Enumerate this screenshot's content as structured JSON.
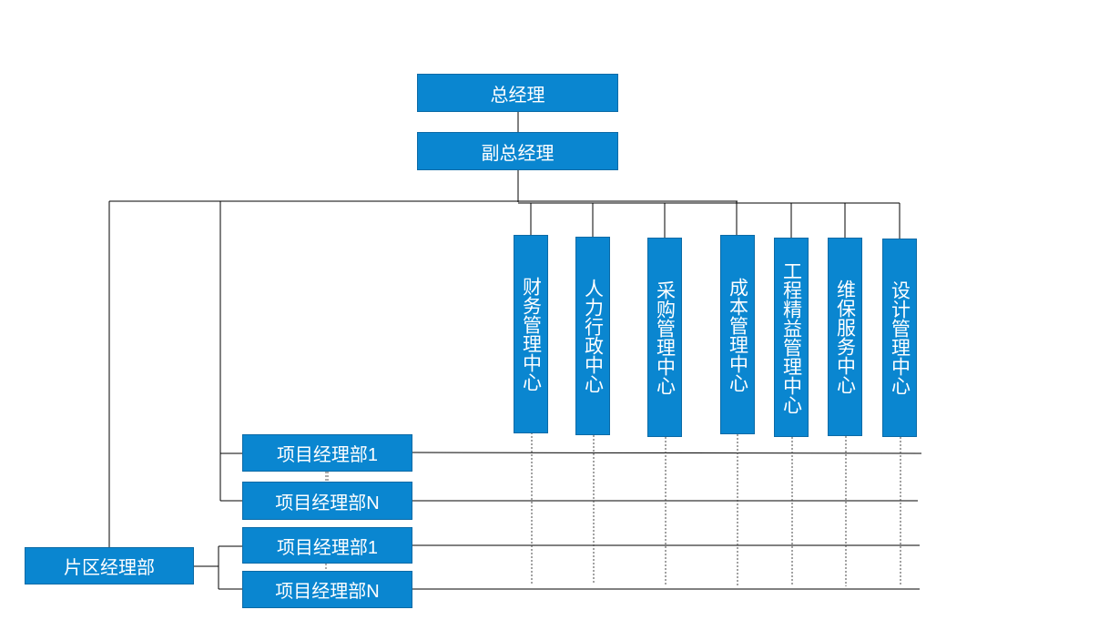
{
  "top": {
    "general_manager": "总经理",
    "deputy_general_manager": "副总经理"
  },
  "centers": [
    "财务管理中心",
    "人力行政中心",
    "采购管理中心",
    "成本管理中心",
    "工程精益管理中心",
    "维保服务中心",
    "设计管理中心"
  ],
  "project_departments": {
    "group_a": [
      "项目经理部1",
      "项目经理部N"
    ],
    "group_b": [
      "项目经理部1",
      "项目经理部N"
    ]
  },
  "district_department": "片区经理部",
  "colors": {
    "box_fill": "#0a86d0",
    "line": "#000000"
  }
}
